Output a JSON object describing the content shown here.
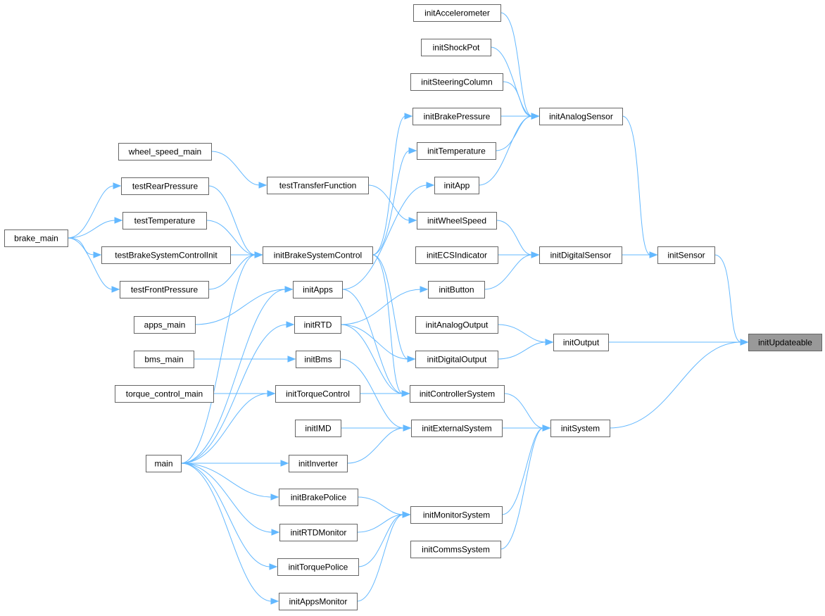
{
  "graph": {
    "edge_color": "#63b8ff",
    "node_border_color": "#666666",
    "highlight_fill": "#999999",
    "nodes": [
      {
        "id": "initAccelerometer",
        "label": "initAccelerometer"
      },
      {
        "id": "initShockPot",
        "label": "initShockPot"
      },
      {
        "id": "initSteeringColumn",
        "label": "initSteeringColumn"
      },
      {
        "id": "initBrakePressure",
        "label": "initBrakePressure"
      },
      {
        "id": "initAnalogSensor",
        "label": "initAnalogSensor"
      },
      {
        "id": "initTemperature",
        "label": "initTemperature"
      },
      {
        "id": "wheel_speed_main",
        "label": "wheel_speed_main"
      },
      {
        "id": "testTransferFunction",
        "label": "testTransferFunction"
      },
      {
        "id": "initApp",
        "label": "initApp"
      },
      {
        "id": "testRearPressure",
        "label": "testRearPressure"
      },
      {
        "id": "initWheelSpeed",
        "label": "initWheelSpeed"
      },
      {
        "id": "testTemperature",
        "label": "testTemperature"
      },
      {
        "id": "brake_main",
        "label": "brake_main"
      },
      {
        "id": "testBrakeSystemControlInit",
        "label": "testBrakeSystemControlInit"
      },
      {
        "id": "initBrakeSystemControl",
        "label": "initBrakeSystemControl"
      },
      {
        "id": "initECSIndicator",
        "label": "initECSIndicator"
      },
      {
        "id": "initDigitalSensor",
        "label": "initDigitalSensor"
      },
      {
        "id": "initSensor",
        "label": "initSensor"
      },
      {
        "id": "testFrontPressure",
        "label": "testFrontPressure"
      },
      {
        "id": "initApps",
        "label": "initApps"
      },
      {
        "id": "initButton",
        "label": "initButton"
      },
      {
        "id": "apps_main",
        "label": "apps_main"
      },
      {
        "id": "initRTD",
        "label": "initRTD"
      },
      {
        "id": "initAnalogOutput",
        "label": "initAnalogOutput"
      },
      {
        "id": "initOutput",
        "label": "initOutput"
      },
      {
        "id": "initUpdateable",
        "label": "initUpdateable",
        "highlight": true
      },
      {
        "id": "bms_main",
        "label": "bms_main"
      },
      {
        "id": "initBms",
        "label": "initBms"
      },
      {
        "id": "initDigitalOutput",
        "label": "initDigitalOutput"
      },
      {
        "id": "torque_control_main",
        "label": "torque_control_main"
      },
      {
        "id": "initTorqueControl",
        "label": "initTorqueControl"
      },
      {
        "id": "initControllerSystem",
        "label": "initControllerSystem"
      },
      {
        "id": "initIMD",
        "label": "initIMD"
      },
      {
        "id": "initExternalSystem",
        "label": "initExternalSystem"
      },
      {
        "id": "initSystem",
        "label": "initSystem"
      },
      {
        "id": "main",
        "label": "main"
      },
      {
        "id": "initInverter",
        "label": "initInverter"
      },
      {
        "id": "initBrakePolice",
        "label": "initBrakePolice"
      },
      {
        "id": "initMonitorSystem",
        "label": "initMonitorSystem"
      },
      {
        "id": "initRTDMonitor",
        "label": "initRTDMonitor"
      },
      {
        "id": "initCommsSystem",
        "label": "initCommsSystem"
      },
      {
        "id": "initTorquePolice",
        "label": "initTorquePolice"
      },
      {
        "id": "initAppsMonitor",
        "label": "initAppsMonitor"
      }
    ],
    "edges": [
      {
        "from": "initSensor",
        "to": "initUpdateable"
      },
      {
        "from": "initOutput",
        "to": "initUpdateable"
      },
      {
        "from": "initSystem",
        "to": "initUpdateable"
      },
      {
        "from": "initAnalogSensor",
        "to": "initSensor"
      },
      {
        "from": "initDigitalSensor",
        "to": "initSensor"
      },
      {
        "from": "initAccelerometer",
        "to": "initAnalogSensor"
      },
      {
        "from": "initShockPot",
        "to": "initAnalogSensor"
      },
      {
        "from": "initSteeringColumn",
        "to": "initAnalogSensor"
      },
      {
        "from": "initBrakePressure",
        "to": "initAnalogSensor"
      },
      {
        "from": "initTemperature",
        "to": "initAnalogSensor"
      },
      {
        "from": "initApp",
        "to": "initAnalogSensor"
      },
      {
        "from": "initWheelSpeed",
        "to": "initDigitalSensor"
      },
      {
        "from": "initECSIndicator",
        "to": "initDigitalSensor"
      },
      {
        "from": "initButton",
        "to": "initDigitalSensor"
      },
      {
        "from": "initAnalogOutput",
        "to": "initOutput"
      },
      {
        "from": "initDigitalOutput",
        "to": "initOutput"
      },
      {
        "from": "initControllerSystem",
        "to": "initSystem"
      },
      {
        "from": "initExternalSystem",
        "to": "initSystem"
      },
      {
        "from": "initMonitorSystem",
        "to": "initSystem"
      },
      {
        "from": "initCommsSystem",
        "to": "initSystem"
      },
      {
        "from": "initBrakeSystemControl",
        "to": "initBrakePressure"
      },
      {
        "from": "initBrakeSystemControl",
        "to": "initTemperature"
      },
      {
        "from": "initApps",
        "to": "initApp"
      },
      {
        "from": "testTransferFunction",
        "to": "initWheelSpeed"
      },
      {
        "from": "initRTD",
        "to": "initButton"
      },
      {
        "from": "initRTD",
        "to": "initDigitalOutput"
      },
      {
        "from": "initBrakeSystemControl",
        "to": "initDigitalOutput"
      },
      {
        "from": "initBrakeSystemControl",
        "to": "initControllerSystem"
      },
      {
        "from": "initApps",
        "to": "initControllerSystem"
      },
      {
        "from": "initRTD",
        "to": "initControllerSystem"
      },
      {
        "from": "initTorqueControl",
        "to": "initControllerSystem"
      },
      {
        "from": "initBms",
        "to": "initExternalSystem"
      },
      {
        "from": "initIMD",
        "to": "initExternalSystem"
      },
      {
        "from": "initInverter",
        "to": "initExternalSystem"
      },
      {
        "from": "initBrakePolice",
        "to": "initMonitorSystem"
      },
      {
        "from": "initRTDMonitor",
        "to": "initMonitorSystem"
      },
      {
        "from": "initTorquePolice",
        "to": "initMonitorSystem"
      },
      {
        "from": "initAppsMonitor",
        "to": "initMonitorSystem"
      },
      {
        "from": "wheel_speed_main",
        "to": "testTransferFunction"
      },
      {
        "from": "brake_main",
        "to": "testRearPressure"
      },
      {
        "from": "brake_main",
        "to": "testTemperature"
      },
      {
        "from": "brake_main",
        "to": "testBrakeSystemControlInit"
      },
      {
        "from": "brake_main",
        "to": "testFrontPressure"
      },
      {
        "from": "testRearPressure",
        "to": "initBrakeSystemControl"
      },
      {
        "from": "testTemperature",
        "to": "initBrakeSystemControl"
      },
      {
        "from": "testBrakeSystemControlInit",
        "to": "initBrakeSystemControl"
      },
      {
        "from": "testFrontPressure",
        "to": "initBrakeSystemControl"
      },
      {
        "from": "apps_main",
        "to": "initApps"
      },
      {
        "from": "bms_main",
        "to": "initBms"
      },
      {
        "from": "torque_control_main",
        "to": "initTorqueControl"
      },
      {
        "from": "main",
        "to": "initBrakeSystemControl"
      },
      {
        "from": "main",
        "to": "initApps"
      },
      {
        "from": "main",
        "to": "initRTD"
      },
      {
        "from": "main",
        "to": "initTorqueControl"
      },
      {
        "from": "main",
        "to": "initInverter"
      },
      {
        "from": "main",
        "to": "initBrakePolice"
      },
      {
        "from": "main",
        "to": "initRTDMonitor"
      },
      {
        "from": "main",
        "to": "initTorquePolice"
      },
      {
        "from": "main",
        "to": "initAppsMonitor"
      }
    ]
  }
}
